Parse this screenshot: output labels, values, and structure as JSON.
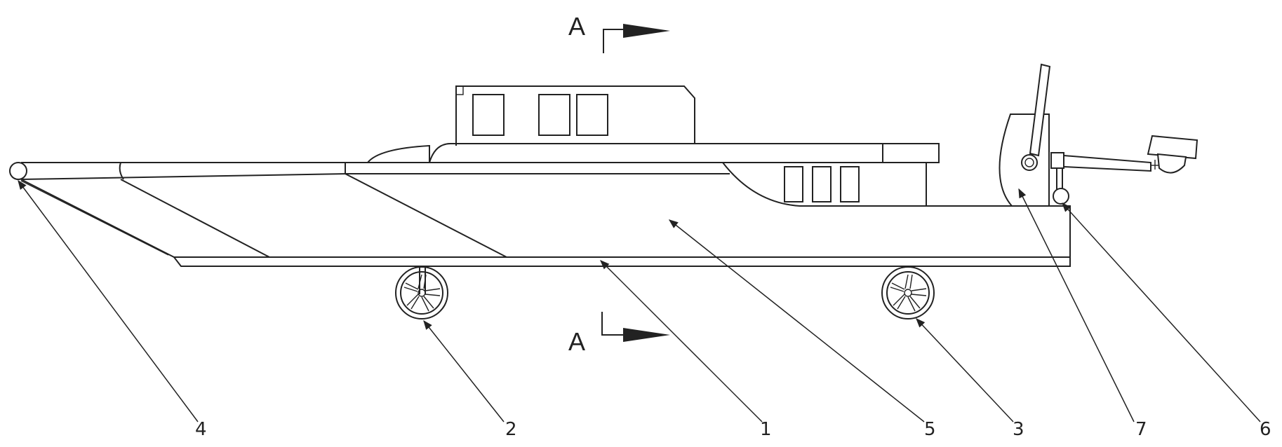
{
  "section_marks": {
    "top_letter": "A",
    "bottom_letter": "A"
  },
  "part_labels": {
    "hull_bottom": "1",
    "front_wheel": "2",
    "rear_wheel": "3",
    "bow_roller": "4",
    "hull_body": "5",
    "transom_joint": "6",
    "stern_mount": "7"
  },
  "colors": {
    "line": "#222222",
    "background": "#ffffff"
  }
}
